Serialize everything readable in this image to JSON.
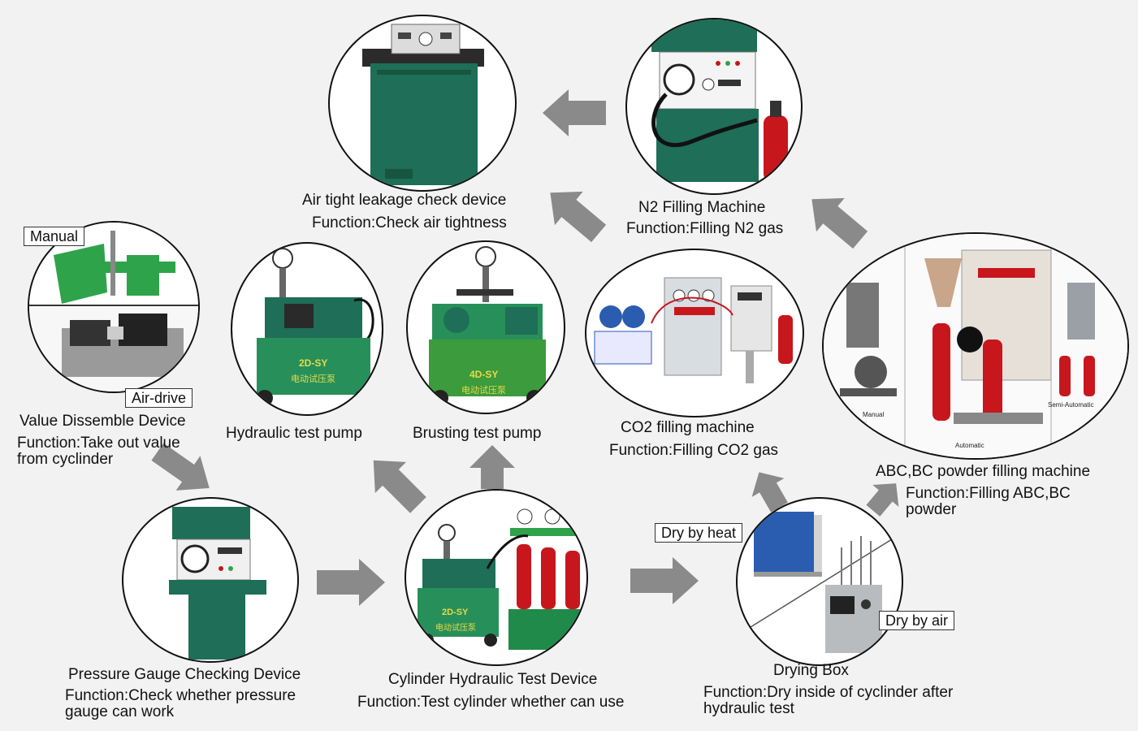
{
  "devices": {
    "airtight": {
      "title": "Air tight leakage check device",
      "function": "Function:Check air tightness"
    },
    "n2": {
      "title": "N2 Filling Machine",
      "function": "Function:Filling N2 gas"
    },
    "valve": {
      "title": "Value Dissemble Device",
      "function": "Function:Take out value from cyclinder",
      "tag_top": "Manual",
      "tag_bottom": "Air-drive"
    },
    "hydraulic_pump": {
      "title": "Hydraulic test pump",
      "pump_marking": "2D-SY",
      "pump_cn": "电动试压泵"
    },
    "bursting_pump": {
      "title": "Brusting test pump",
      "pump_marking": "4D-SY",
      "pump_cn": "电动试压泵"
    },
    "co2": {
      "title": "CO2 filling machine",
      "function": "Function:Filling CO2 gas"
    },
    "abc": {
      "title": "ABC,BC powder filling machine",
      "function": "Function:Filling ABC,BC powder",
      "label_manual": "Manual",
      "label_semi": "Semi-Automatic",
      "label_auto": "Automatic"
    },
    "gauge": {
      "title": "Pressure Gauge Checking Device",
      "function": "Function:Check whether pressure gauge can work"
    },
    "cylinder": {
      "title": "Cylinder Hydraulic Test Device",
      "function": "Function:Test cylinder whether can use",
      "pump_marking": "2D-SY",
      "pump_cn": "电动试压泵"
    },
    "drying": {
      "title": "Drying Box",
      "function": "Function:Dry inside of cyclinder after hydraulic test",
      "tag_heat": "Dry by heat",
      "tag_air": "Dry by air"
    }
  },
  "colors": {
    "machine_green": "#1f6e57",
    "bright_green": "#2fa34a",
    "extinguisher_red": "#c8161d",
    "arrow_gray": "#8a8a8a",
    "dryer_blue": "#2a5db0"
  }
}
